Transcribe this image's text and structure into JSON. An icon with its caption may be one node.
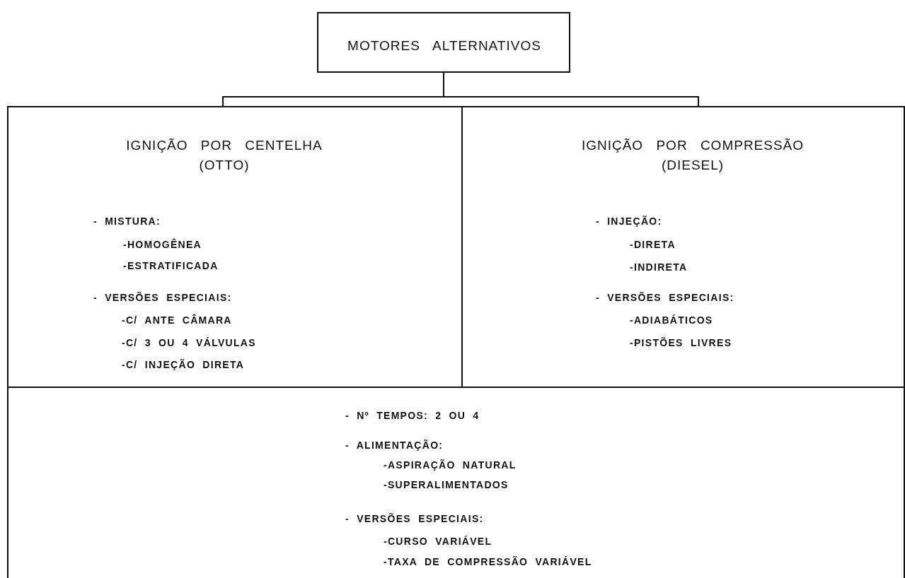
{
  "diagram": {
    "nodes": [
      {
        "text": [
          "MOTORES ALTERNATIVOS"
        ]
      },
      {
        "text": [
          "IGNIÇÃO POR CENTELHA (OTTO)",
          "- MISTURA:",
          "-HOMOGÊNEA",
          "-ESTRATIFICADA",
          "- VERSÕES ESPECIAIS:",
          "-C/ ANTE CÂMARA",
          "-C/ 3 OU 4 VÁLVULAS",
          "-C/ INJEÇÃO DIRETA"
        ]
      },
      {
        "text": [
          "IGNIÇÃO POR COMPRESSÃO (DIESEL)",
          "- INJEÇÃO:",
          "-DIRETA",
          "-INDIRETA",
          "- VERSÕES ESPECIAIS:",
          "-ADIABÁTICOS",
          "-PISTÕES LIVRES"
        ]
      },
      {
        "text": [
          "- Nº TEMPOS: 2 OU 4",
          "- ALIMENTAÇÃO:",
          "-ASPIRAÇÃO NATURAL",
          "-SUPERALIMENTADOS",
          "- VERSÕES ESPECIAIS:",
          "-CURSO VARIÁVEL",
          "-TAXA DE COMPRESSÃO VARIÁVEL"
        ]
      }
    ],
    "edges": [
      {
        "from": 0,
        "to": 1,
        "arrow": "none"
      },
      {
        "from": 0,
        "to": 2,
        "arrow": "none"
      }
    ]
  }
}
